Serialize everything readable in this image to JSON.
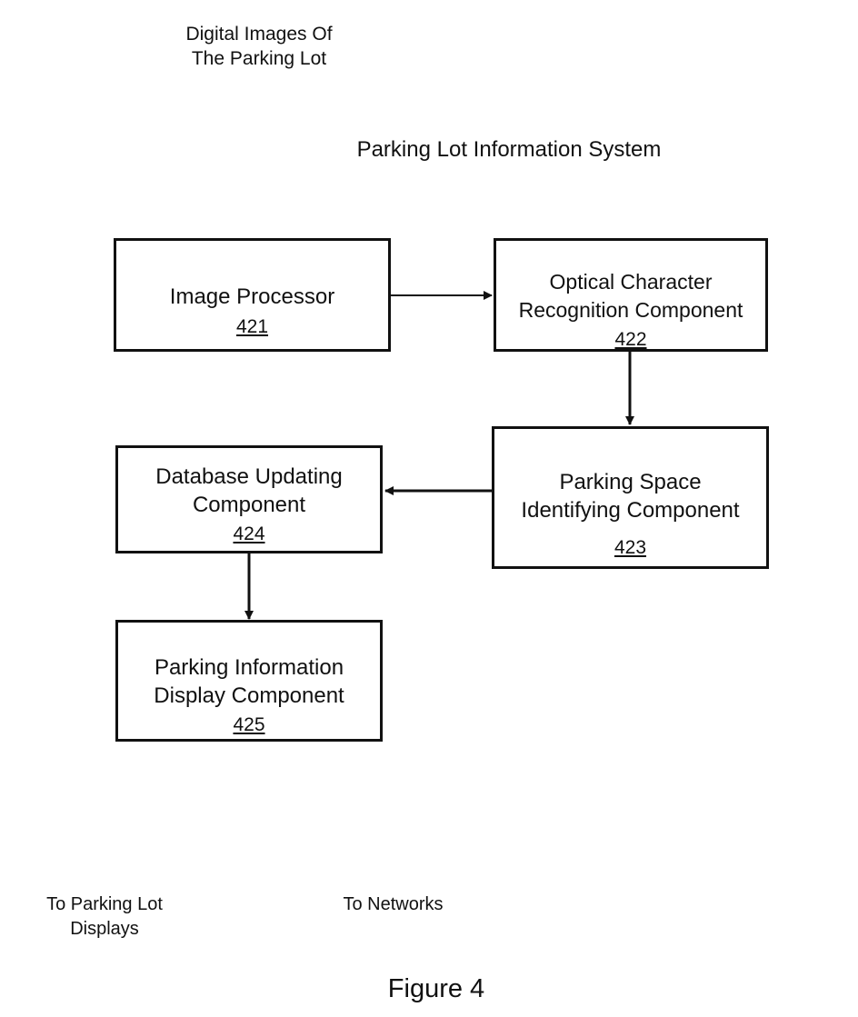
{
  "inputs": {
    "digital_images": "Digital Images Of\nThe Parking Lot"
  },
  "system": {
    "title": "Parking Lot Information System"
  },
  "components": {
    "image_processor": {
      "name": "Image Processor",
      "ref": "421"
    },
    "ocr": {
      "name": "Optical Character\nRecognition Component",
      "ref": "422"
    },
    "space_identifying": {
      "name": "Parking Space\nIdentifying Component",
      "ref": "423"
    },
    "database_updating": {
      "name": "Database Updating\nComponent",
      "ref": "424"
    },
    "info_display": {
      "name": "Parking Information\nDisplay Component",
      "ref": "425"
    }
  },
  "outputs": {
    "parking_lot_displays": "To Parking Lot\nDisplays",
    "networks": "To Networks"
  },
  "figure": {
    "caption": "Figure 4"
  }
}
